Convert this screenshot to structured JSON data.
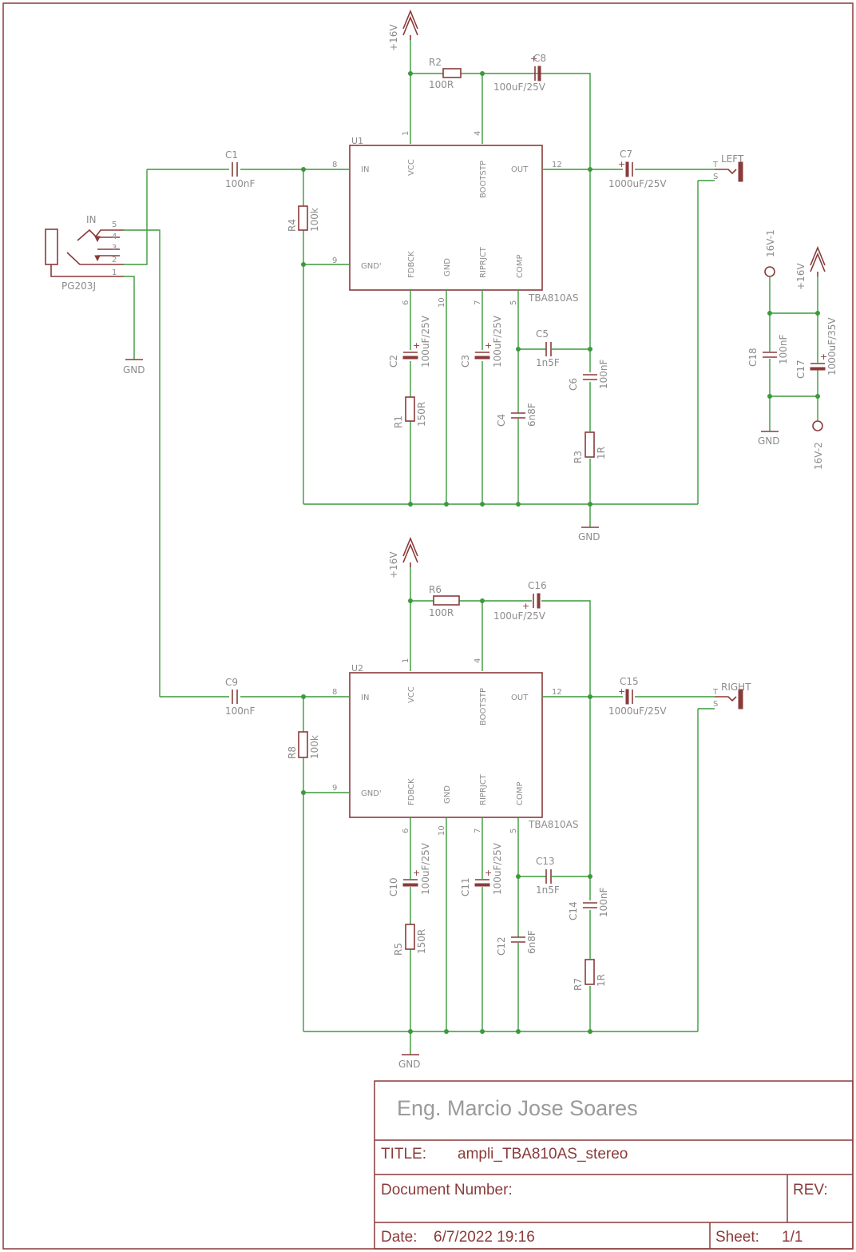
{
  "titleblock": {
    "author": "Eng. Marcio Jose Soares",
    "title_key": "TITLE:",
    "title_value": "ampli_TBA810AS_stereo",
    "docnum_key": "Document Number:",
    "rev_key": "REV:",
    "date_key": "Date:",
    "date_value": "6/7/2022 19:16",
    "sheet_key": "Sheet:",
    "sheet_value": "1/1"
  },
  "supply": {
    "rail": "+16V",
    "gnd": "GND"
  },
  "ch1": {
    "u_ref": "U1",
    "u_val": "TBA810AS",
    "pin_in": "IN",
    "pin_vcc": "VCC",
    "pin_boot": "BOOTSTP",
    "pin_out": "OUT",
    "pin_gnd2": "GND'",
    "pin_fdbck": "FDBCK",
    "pin_gnd": "GND",
    "pin_riprjct": "RIPRJCT",
    "pin_comp": "COMP",
    "n8": "8",
    "n1": "1",
    "n4": "4",
    "n12": "12",
    "n9": "9",
    "n6": "6",
    "n10": "10",
    "n7": "7",
    "n5": "5",
    "r_boot_ref": "R2",
    "r_boot_val": "100R",
    "c_boot_ref": "C8",
    "c_boot_val": "100uF/25V",
    "c_in_ref": "C1",
    "c_in_val": "100nF",
    "r_in_ref": "R4",
    "r_in_val": "100k",
    "c_out_ref": "C7",
    "c_out_val": "1000uF/25V",
    "jack": "LEFT",
    "jack_t": "T",
    "jack_s": "S",
    "c_fb_ref": "C2",
    "c_fb_val": "100uF/25V",
    "r_fb_ref": "R1",
    "r_fb_val": "150R",
    "c_rip_ref": "C3",
    "c_rip_val": "100uF/25V",
    "c_comp_ref": "C5",
    "c_comp_val": "1n5F",
    "c_comp2_ref": "C4",
    "c_comp2_val": "6n8F",
    "c_zob_ref": "C6",
    "c_zob_val": "100nF",
    "r_zob_ref": "R3",
    "r_zob_val": "1R"
  },
  "ch2": {
    "u_ref": "U2",
    "u_val": "TBA810AS",
    "pin_in": "IN",
    "pin_vcc": "VCC",
    "pin_boot": "BOOTSTP",
    "pin_out": "OUT",
    "pin_gnd2": "GND'",
    "pin_fdbck": "FDBCK",
    "pin_gnd": "GND",
    "pin_riprjct": "RIPRJCT",
    "pin_comp": "COMP",
    "n8": "8",
    "n1": "1",
    "n4": "4",
    "n12": "12",
    "n9": "9",
    "n6": "6",
    "n10": "10",
    "n7": "7",
    "n5": "5",
    "r_boot_ref": "R6",
    "r_boot_val": "100R",
    "c_boot_ref": "C16",
    "c_boot_val": "100uF/25V",
    "c_in_ref": "C9",
    "c_in_val": "100nF",
    "r_in_ref": "R8",
    "r_in_val": "100k",
    "c_out_ref": "C15",
    "c_out_val": "1000uF/25V",
    "jack": "RIGHT",
    "jack_t": "T",
    "jack_s": "S",
    "c_fb_ref": "C10",
    "c_fb_val": "100uF/25V",
    "r_fb_ref": "R5",
    "r_fb_val": "150R",
    "c_rip_ref": "C11",
    "c_rip_val": "100uF/25V",
    "c_comp_ref": "C13",
    "c_comp_val": "1n5F",
    "c_comp2_ref": "C12",
    "c_comp2_val": "6n8F",
    "c_zob_ref": "C14",
    "c_zob_val": "100nF",
    "r_zob_ref": "R7",
    "r_zob_val": "1R"
  },
  "input_jack": {
    "label": "IN",
    "part": "PG203J",
    "p5": "5",
    "p4": "4",
    "p3": "3",
    "p2": "2",
    "p1": "1",
    "gnd": "GND"
  },
  "power": {
    "pad1": "16V-1",
    "pad2": "16V-2",
    "rail": "+16V",
    "gnd": "GND",
    "c18_ref": "C18",
    "c18_val": "100nF",
    "c17_ref": "C17",
    "c17_val": "1000uF/35V"
  }
}
